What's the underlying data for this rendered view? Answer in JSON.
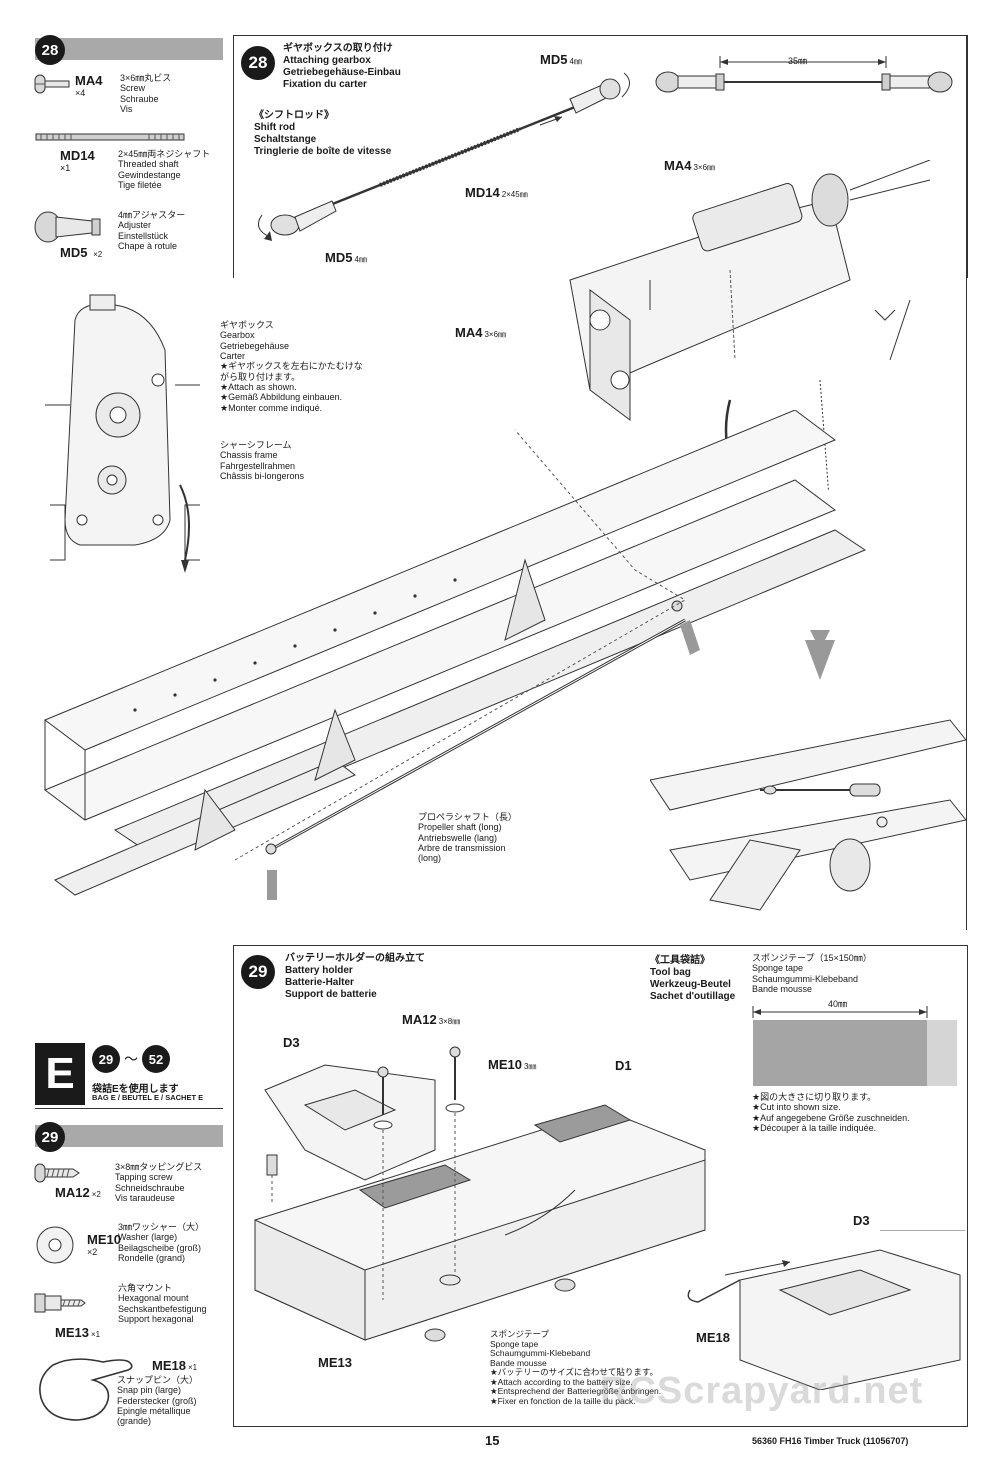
{
  "step28": {
    "number": "28",
    "title_jp": "ギヤボックスの取り付け",
    "title_en": "Attaching gearbox",
    "title_de": "Getriebegehäuse-Einbau",
    "title_fr": "Fixation du carter",
    "shift_rod_jp": "《シフトロッド》",
    "shift_rod_en": "Shift rod",
    "shift_rod_de": "Schaltstange",
    "shift_rod_fr": "Tringlerie de boîte de vitesse",
    "dim_35": "35㎜",
    "parts": [
      {
        "code": "MA4",
        "qty": "×4",
        "desc": "3×6㎜丸ビス\nScrew\nSchraube\nVis"
      },
      {
        "code": "MD14",
        "qty": "×1",
        "desc": "2×45㎜両ネジシャフト\nThreaded shaft\nGewindestange\nTige filetée"
      },
      {
        "code": "MD5",
        "qty": "×2",
        "desc": "4㎜アジャスター\nAdjuster\nEinstellstück\nChape à rotule"
      }
    ],
    "callouts": {
      "md5_top": "MD5",
      "md5_top_size": "4㎜",
      "md5_bottom": "MD5",
      "md5_bottom_size": "4㎜",
      "md14": "MD14",
      "md14_size": "2×45㎜",
      "ma4_top": "MA4",
      "ma4_top_size": "3×6㎜",
      "ma4_left": "MA4",
      "ma4_left_size": "3×6㎜"
    },
    "gearbox_note": "ギヤボックス\nGearbox\nGetriebegehäuse\nCarter\n★ギヤボックスを左右にかたむけな\nがら取り付けます。\n★Attach as shown.\n★Gemäß Abbildung einbauen.\n★Monter comme indiqué.",
    "chassis_note": "シャーシフレーム\nChassis frame\nFahrgestellrahmen\nChâssis bi-longerons",
    "propeller_note": "プロペラシャフト（長）\nPropeller shaft (long)\nAntriebswelle (lang)\nArbre de transmission\n(long)"
  },
  "bag_e": {
    "letter": "E",
    "range_from": "29",
    "range_sep": "〜",
    "range_to": "52",
    "jp": "袋詰Eを使用します",
    "en": "BAG E / BEUTEL E / SACHET E"
  },
  "step29": {
    "number": "29",
    "title_jp": "バッテリーホルダーの組み立て",
    "title_en": "Battery holder",
    "title_de": "Batterie-Halter",
    "title_fr": "Support de batterie",
    "toolbag_jp": "《工具袋詰》",
    "toolbag_en": "Tool bag",
    "toolbag_de": "Werkzeug-Beutel",
    "toolbag_fr": "Sachet d'outillage",
    "sponge_title": "スポンジテープ（15×150㎜）\nSponge tape\nSchaumgummi-Klebeband\nBande mousse",
    "sponge_dim": "40㎜",
    "sponge_cut": "★図の大きさに切り取ります。\n★Cut into shown size.\n★Auf angegebene Größe zuschneiden.\n★Découper à la taille indiquée.",
    "sponge_note": "スポンジテープ\nSponge tape\nSchaumgummi-Klebeband\nBande mousse\n★バッテリーのサイズに合わせて貼ります。\n★Attach according to the battery size.\n★Entsprechend der Batteriegröße anbringen.\n★Fixer en fonction de la taille du pack.",
    "parts": [
      {
        "code": "MA12",
        "qty": "×2",
        "desc": "3×8㎜タッピングビス\nTapping screw\nSchneidschraube\nVis taraudeuse"
      },
      {
        "code": "ME10",
        "qty": "×2",
        "desc": "3㎜ワッシャー（大）\nWasher (large)\nBeilagscheibe (groß)\nRondelle (grand)"
      },
      {
        "code": "ME13",
        "qty": "×1",
        "desc": "六角マウント\nHexagonal mount\nSechskantbefestigung\nSupport hexagonal"
      },
      {
        "code": "ME18",
        "qty": "×1",
        "desc": "スナップピン（大）\nSnap pin (large)\nFederstecker (groß)\nEpingle métallique\n(grande)"
      }
    ],
    "callouts": {
      "ma12": "MA12",
      "ma12_size": "3×8㎜",
      "me10": "ME10",
      "me10_size": "3㎜",
      "d3_left": "D3",
      "d1": "D1",
      "d3_right": "D3",
      "me13": "ME13",
      "me18": "ME18"
    }
  },
  "footer": {
    "page_number": "15",
    "model": "56360 FH16 Timber Truck (11056707)",
    "watermark": "RCScrapyard.net"
  }
}
